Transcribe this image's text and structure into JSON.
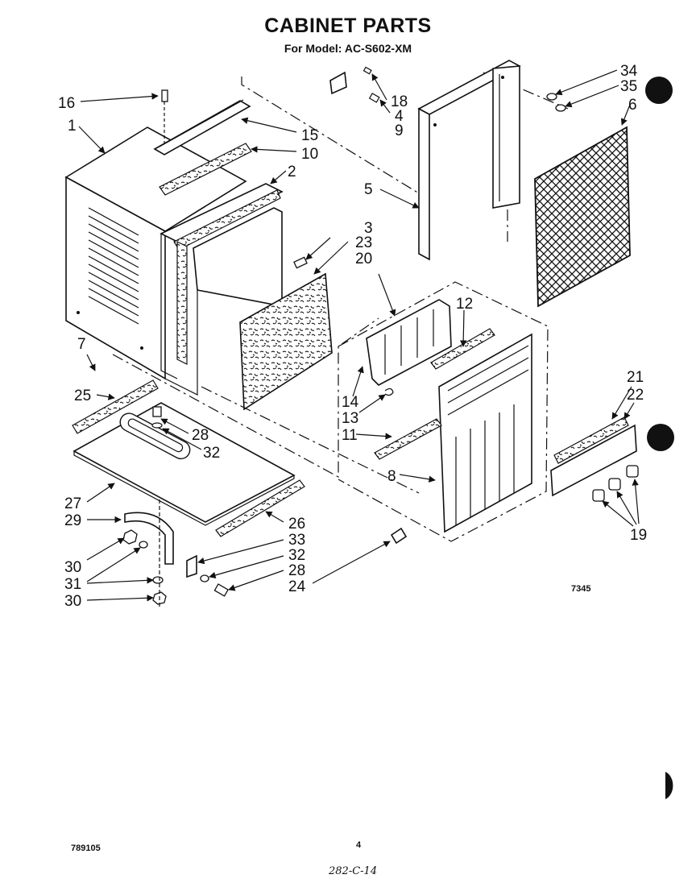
{
  "header": {
    "title": "CABINET PARTS",
    "subtitle": "For Model: AC-S602-XM"
  },
  "callouts": {
    "c16": "16",
    "c1": "1",
    "c15": "15",
    "c10": "10",
    "c2": "2",
    "c18": "18",
    "c4": "4",
    "c9": "9",
    "c34": "34",
    "c35": "35",
    "c6": "6",
    "c5": "5",
    "c3": "3",
    "c23": "23",
    "c20": "20",
    "c12": "12",
    "c7": "7",
    "c25": "25",
    "c14": "14",
    "c13": "13",
    "c11": "11",
    "c28a": "28",
    "c32a": "32",
    "c8": "8",
    "c21": "21",
    "c22": "22",
    "c19": "19",
    "c27": "27",
    "c29": "29",
    "c26": "26",
    "c30a": "30",
    "c31": "31",
    "c30b": "30",
    "c33": "33",
    "c32b": "32",
    "c28b": "28",
    "c24": "24"
  },
  "footer": {
    "diagram_number": "7345",
    "doc_code": "789105",
    "page_number": "4",
    "handwritten_note": "282-C-14"
  },
  "colors": {
    "ink": "#111111",
    "paper": "#ffffff"
  }
}
